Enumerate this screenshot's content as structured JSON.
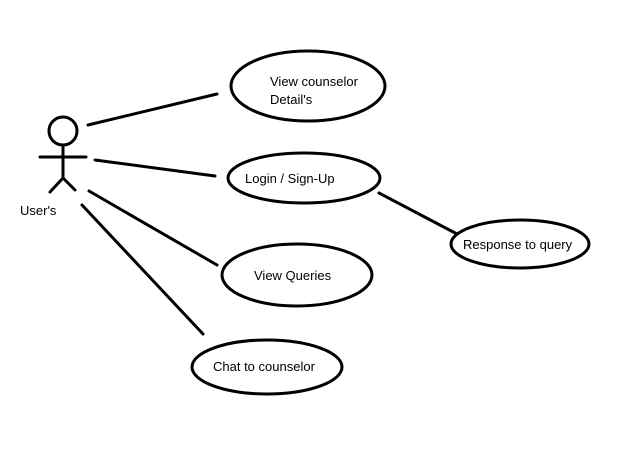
{
  "diagram": {
    "actor": {
      "label": "User's"
    },
    "use_cases": {
      "view_counselor_line1": "View counselor",
      "view_counselor_line2": "Detail's",
      "login": "Login / Sign-Up",
      "view_queries": "View Queries",
      "chat": "Chat to counselor",
      "response": "Response to query"
    }
  }
}
